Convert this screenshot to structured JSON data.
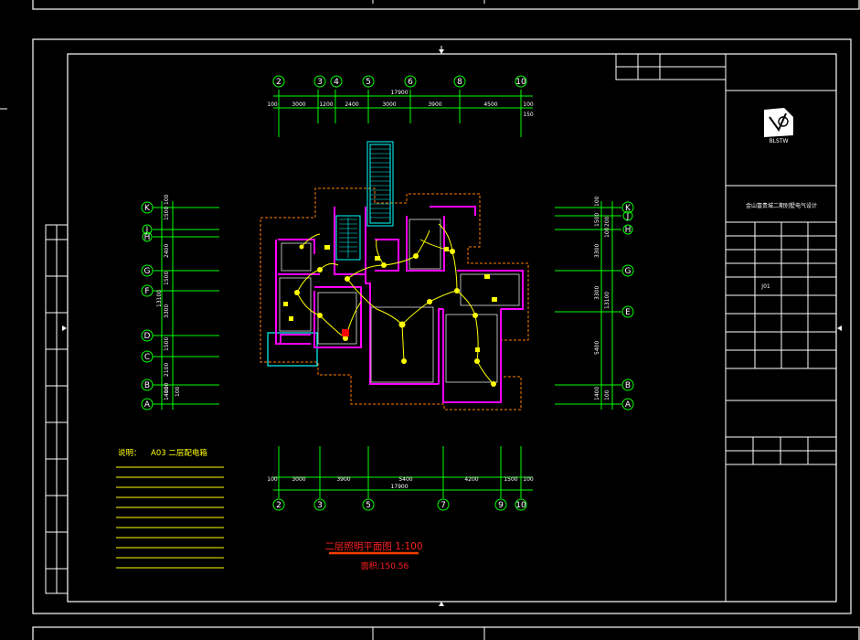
{
  "colors": {
    "background": "#000000",
    "frame": "#ffffff",
    "dimension": "#00ff00",
    "wall": "#ff00ff",
    "wiring": "#ffff00",
    "stair": "#00ffff",
    "outline": "#ff8000",
    "title_red": "#ff2020",
    "title_rule": "#ff4000"
  },
  "grid_top": [
    "2",
    "3",
    "4",
    "5",
    "6",
    "8",
    "10"
  ],
  "grid_bottom": [
    "2",
    "3",
    "5",
    "7",
    "9",
    "10"
  ],
  "grid_left": [
    "K",
    "J",
    "H",
    "G",
    "F",
    "D",
    "C",
    "B",
    "A"
  ],
  "grid_right": [
    "K",
    "J",
    "H",
    "G",
    "E",
    "B",
    "A"
  ],
  "dims_top": {
    "total": "17900",
    "segments": [
      "100",
      "3000",
      "1200",
      "2400",
      "3000",
      "3900",
      "4500",
      "100"
    ],
    "extra": "150"
  },
  "dims_bottom": {
    "total": "17900",
    "segments": [
      "100",
      "3000",
      "3900",
      "5400",
      "4200",
      "1500",
      "100"
    ]
  },
  "dims_left": {
    "total": "13100",
    "segments": [
      "100",
      "1500",
      "100",
      "2400",
      "1500",
      "3300",
      "1500",
      "2100",
      "1400",
      "100"
    ]
  },
  "dims_right": {
    "total": "13100",
    "segments": [
      "100",
      "1500",
      "200",
      "100",
      "3300",
      "3300",
      "5400",
      "1400",
      "100"
    ]
  },
  "notes": {
    "label": "说明：",
    "item": "A03 二层配电箱"
  },
  "drawing_title": "二层照明平面图 1:100",
  "area": "面积:150.56",
  "title_block": {
    "project": "金山富贵城二期别墅电气设计",
    "sheet": "J01",
    "logo_caption": "BLSTW"
  }
}
